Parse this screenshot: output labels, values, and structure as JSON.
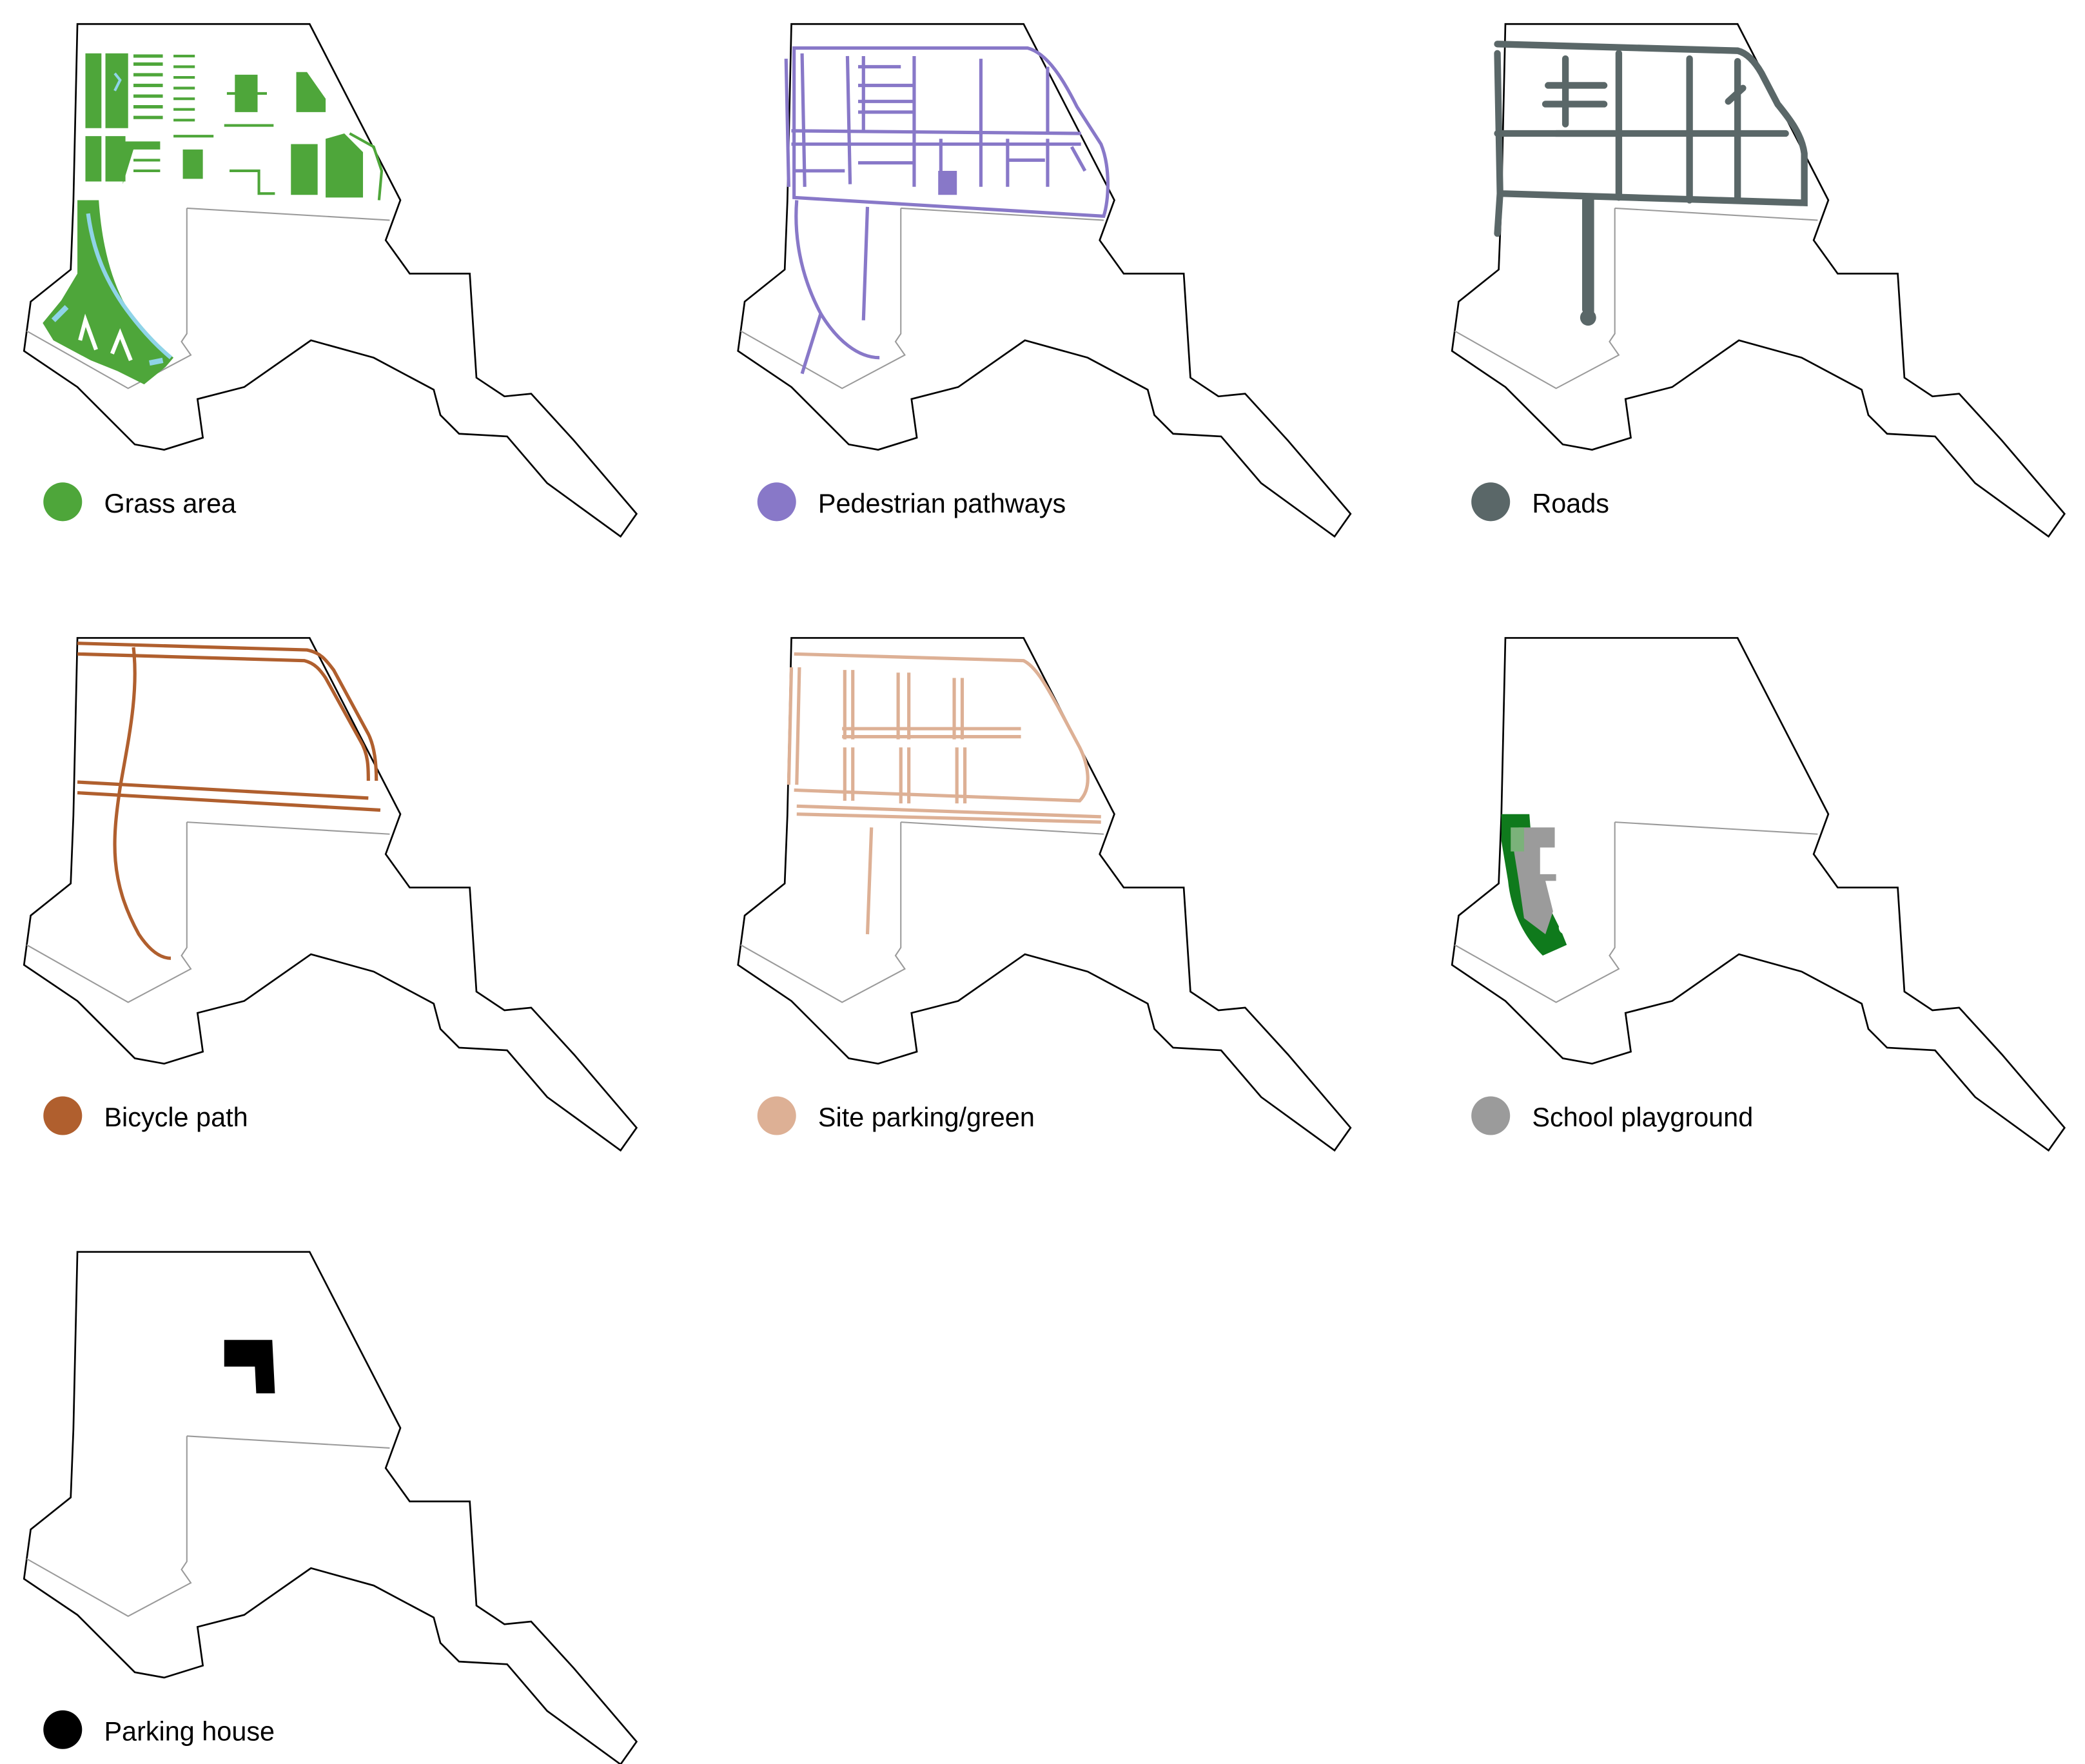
{
  "panels": [
    {
      "label": "Grass area",
      "color": "#4ea63a",
      "layer": "grass"
    },
    {
      "label": "Pedestrian pathways",
      "color": "#8878c8",
      "layer": "pedestrian"
    },
    {
      "label": "Roads",
      "color": "#5a6768",
      "layer": "roads"
    },
    {
      "label": "Bicycle path",
      "color": "#b05f2e",
      "layer": "bicycle"
    },
    {
      "label": "Site parking/green",
      "color": "#ddb095",
      "layer": "siteparking"
    },
    {
      "label": "School playground",
      "color": "#9b9b9b",
      "layer": "school"
    },
    {
      "label": "Parking house",
      "color": "#000000",
      "layer": "parkinghouse"
    }
  ]
}
